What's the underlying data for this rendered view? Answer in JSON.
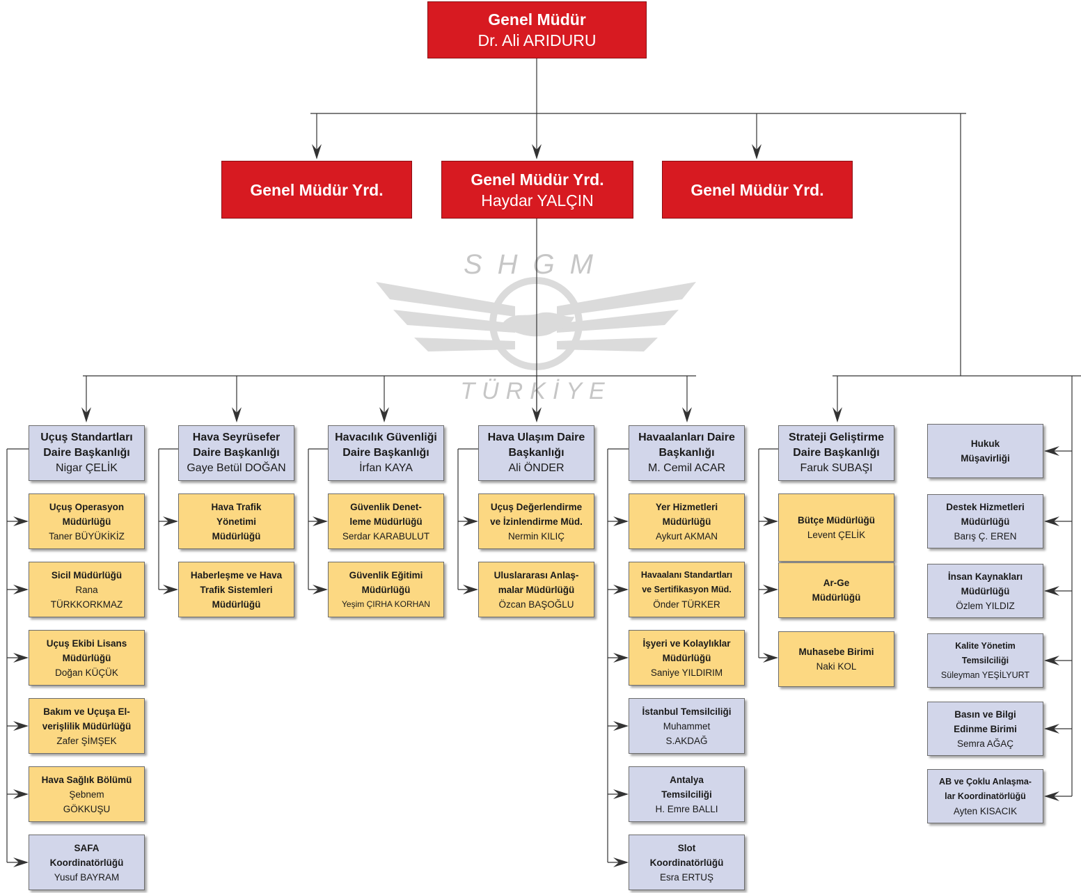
{
  "watermark": {
    "text_top": "SHGM",
    "text_bottom": "TÜRKİYE"
  },
  "colors": {
    "red": "#d71a21",
    "blue_box": "#d2d6ea",
    "yellow_box": "#fcd882",
    "line": "#333333",
    "watermark": "#bdbdbd"
  },
  "top": {
    "director": {
      "title": "Genel Müdür",
      "name": "Dr. Ali ARIDURU"
    },
    "deputy_left": {
      "title": "Genel Müdür Yrd."
    },
    "deputy_center": {
      "title": "Genel Müdür Yrd.",
      "name": "Haydar YALÇIN"
    },
    "deputy_right": {
      "title": "Genel Müdür Yrd."
    }
  },
  "columns": [
    {
      "head": {
        "title": [
          "Uçuş Standartları",
          "Daire Başkanlığı"
        ],
        "name": "Nigar ÇELİK"
      },
      "units": [
        {
          "title": [
            "Uçuş Operasyon",
            "Müdürlüğü"
          ],
          "name": [
            "Taner BÜYÜKİKİZ"
          ]
        },
        {
          "title": [
            "Sicil Müdürlüğü"
          ],
          "name": [
            "Rana",
            "TÜRKKORKMAZ"
          ]
        },
        {
          "title": [
            "Uçuş Ekibi Lisans",
            "Müdürlüğü"
          ],
          "name": [
            "Doğan KÜÇÜK"
          ]
        },
        {
          "title": [
            "Bakım ve Uçuşa El-",
            "verişlilik Müdürlüğü"
          ],
          "name": [
            "Zafer ŞİMŞEK"
          ]
        },
        {
          "title": [
            "Hava Sağlık Bölümü"
          ],
          "name": [
            "Şebnem",
            "GÖKKUŞU"
          ]
        },
        {
          "title": [
            "SAFA",
            "Koordinatörlüğü"
          ],
          "name": [
            "Yusuf BAYRAM"
          ]
        }
      ]
    },
    {
      "head": {
        "title": [
          "Hava Seyrüsefer",
          "Daire Başkanlığı"
        ],
        "name": "Gaye Betül DOĞAN"
      },
      "units": [
        {
          "title": [
            "Hava Trafik",
            "Yönetimi",
            "Müdürlüğü"
          ],
          "name": []
        },
        {
          "title": [
            "Haberleşme ve Hava",
            "Trafik Sistemleri",
            "Müdürlüğü"
          ],
          "name": []
        }
      ]
    },
    {
      "head": {
        "title": [
          "Havacılık Güvenliği",
          "Daire Başkanlığı"
        ],
        "name": "İrfan KAYA"
      },
      "units": [
        {
          "title": [
            "Güvenlik Denet-",
            "leme Müdürlüğü"
          ],
          "name": [
            "Serdar KARABULUT"
          ]
        },
        {
          "title": [
            "Güvenlik Eğitimi",
            "Müdürlüğü"
          ],
          "name": [
            "Yeşim ÇIRHA KORHAN"
          ]
        }
      ]
    },
    {
      "head": {
        "title": [
          "Hava Ulaşım Daire",
          "Başkanlığı"
        ],
        "name": "Ali ÖNDER"
      },
      "units": [
        {
          "title": [
            "Uçuş Değerlendirme",
            "ve İzinlendirme Müd."
          ],
          "name": [
            "Nermin KILIÇ"
          ]
        },
        {
          "title": [
            "Uluslararası Anlaş-",
            "malar Müdürlüğü"
          ],
          "name": [
            "Özcan BAŞOĞLU"
          ]
        }
      ]
    },
    {
      "head": {
        "title": [
          "Havaalanları Daire",
          "Başkanlığı"
        ],
        "name": "M. Cemil ACAR"
      },
      "units": [
        {
          "title": [
            "Yer Hizmetleri",
            "Müdürlüğü"
          ],
          "name": [
            "Aykurt AKMAN"
          ]
        },
        {
          "title": [
            "Havaalanı Standartları",
            "ve Sertifikasyon Müd."
          ],
          "name": [
            "Önder TÜRKER"
          ]
        },
        {
          "title": [
            "İşyeri ve Kolaylıklar",
            "Müdürlüğü"
          ],
          "name": [
            "Saniye YILDIRIM"
          ]
        },
        {
          "title": [
            "İstanbul Temsilciliği"
          ],
          "name": [
            "Muhammet",
            "S.AKDAĞ"
          ]
        },
        {
          "title": [
            "Antalya",
            "Temsilciliği"
          ],
          "name": [
            "H. Emre BALLI"
          ]
        },
        {
          "title": [
            "Slot",
            "Koordinatörlüğü"
          ],
          "name": [
            "Esra ERTUŞ"
          ]
        }
      ]
    },
    {
      "head": {
        "title": [
          "Strateji Geliştirme",
          "Daire Başkanlığı"
        ],
        "name": "Faruk SUBAŞI"
      },
      "units": [
        {
          "title": [
            "Bütçe Müdürlüğü"
          ],
          "name": [
            "Levent ÇELİK"
          ]
        },
        {
          "title": [
            "Ar-Ge",
            "Müdürlüğü"
          ],
          "name": []
        },
        {
          "title": [
            "Muhasebe Birimi"
          ],
          "name": [
            "Naki KOL"
          ]
        }
      ]
    }
  ],
  "advisory": [
    {
      "title": [
        "Hukuk",
        "Müşavirliği"
      ],
      "name": []
    },
    {
      "title": [
        "Destek Hizmetleri",
        "Müdürlüğü"
      ],
      "name": [
        "Barış Ç. EREN"
      ]
    },
    {
      "title": [
        "İnsan Kaynakları",
        "Müdürlüğü"
      ],
      "name": [
        "Özlem YILDIZ"
      ]
    },
    {
      "title": [
        "Kalite Yönetim",
        "Temsilciliği"
      ],
      "name": [
        "Süleyman YEŞİLYURT"
      ]
    },
    {
      "title": [
        "Basın ve Bilgi",
        "Edinme Birimi"
      ],
      "name": [
        "Semra AĞAÇ"
      ]
    },
    {
      "title": [
        "AB ve Çoklu Anlaşma-",
        "lar Koordinatörlüğü"
      ],
      "name": [
        "Ayten KISACIK"
      ]
    }
  ]
}
